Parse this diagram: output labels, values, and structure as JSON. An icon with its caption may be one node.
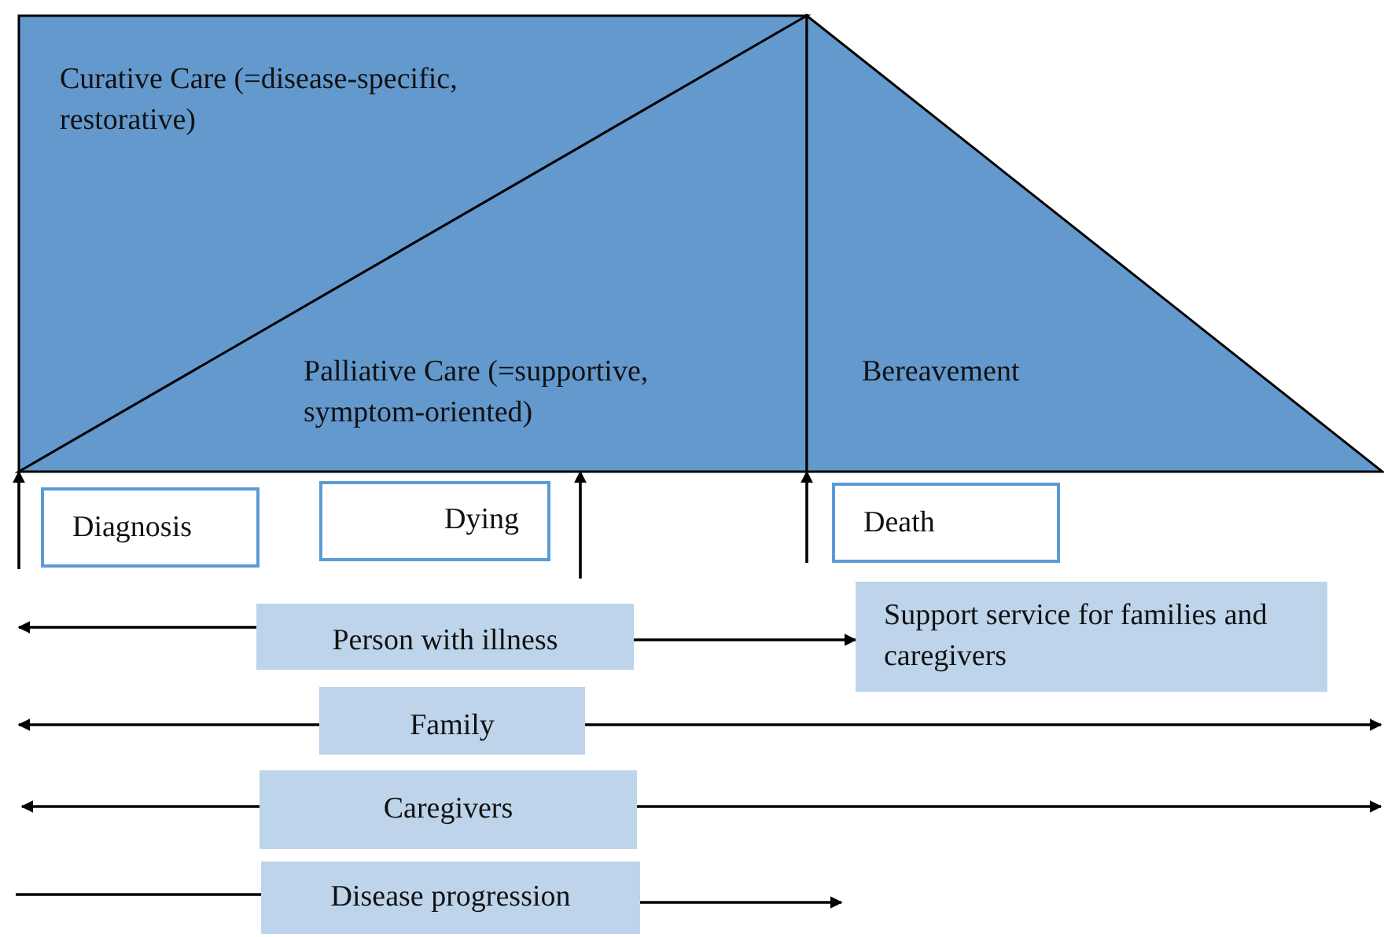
{
  "diagram": {
    "nodes": [
      {
        "text": [
          "Curative Care (=disease-specific, restorative)"
        ]
      },
      {
        "text": [
          "Palliative Care (=supportive, symptom-oriented)"
        ]
      },
      {
        "text": [
          "Bereavement"
        ]
      },
      {
        "text": [
          "Diagnosis"
        ]
      },
      {
        "text": [
          "Dying"
        ]
      },
      {
        "text": [
          "Death"
        ]
      },
      {
        "text": [
          "Person with illness"
        ]
      },
      {
        "text": [
          "Support service for families and caregivers"
        ]
      },
      {
        "text": [
          "Family"
        ]
      },
      {
        "text": [
          "Caregivers"
        ]
      },
      {
        "text": [
          "Disease progression"
        ]
      }
    ],
    "edges": [
      {
        "from": 6,
        "to": null,
        "arrow": "to"
      },
      {
        "from": 6,
        "to": 7,
        "arrow": "to"
      },
      {
        "from": 8,
        "to": null,
        "arrow": "to"
      },
      {
        "from": 8,
        "to": null,
        "arrow": "to"
      },
      {
        "from": 9,
        "to": null,
        "arrow": "to"
      },
      {
        "from": 9,
        "to": null,
        "arrow": "to"
      },
      {
        "from": null,
        "to": 10,
        "arrow": "none"
      },
      {
        "from": 10,
        "to": null,
        "arrow": "to"
      },
      {
        "from": null,
        "to": 1,
        "arrow": "to"
      },
      {
        "from": null,
        "to": 1,
        "arrow": "to"
      },
      {
        "from": null,
        "to": 2,
        "arrow": "to"
      }
    ]
  }
}
